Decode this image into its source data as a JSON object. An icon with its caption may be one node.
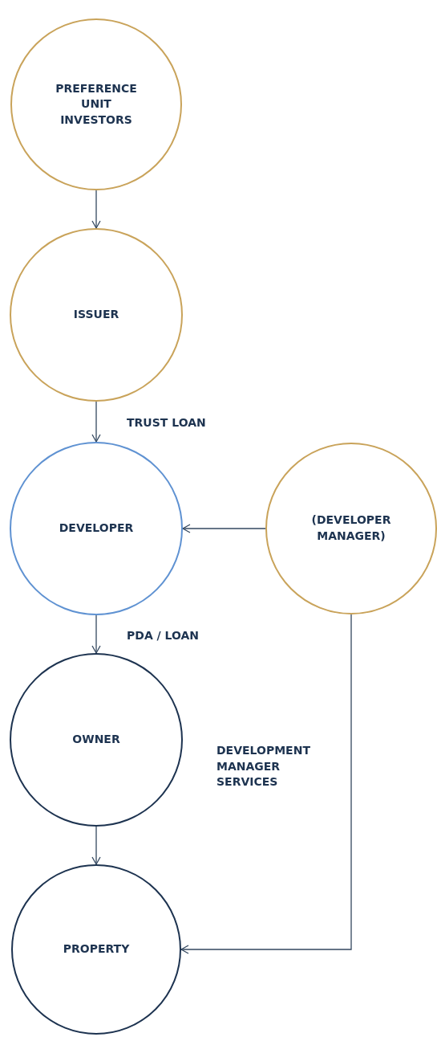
{
  "diagram": {
    "nodes": [
      {
        "text": [
          "PREFERENCE UNIT INVESTORS"
        ]
      },
      {
        "text": [
          "ISSUER"
        ]
      },
      {
        "text": [
          "DEVELOPER"
        ]
      },
      {
        "text": [
          "(DEVELOPER MANAGER)"
        ]
      },
      {
        "text": [
          "OWNER"
        ]
      },
      {
        "text": [
          "PROPERTY"
        ]
      }
    ],
    "edges": [
      {
        "from": 0,
        "to": 1,
        "arrow": "to"
      },
      {
        "from": 1,
        "to": 2,
        "arrow": "to",
        "label": "TRUST LOAN"
      },
      {
        "from": 3,
        "to": 2,
        "arrow": "to"
      },
      {
        "from": 2,
        "to": 4,
        "arrow": "to",
        "label": "PDA / LOAN"
      },
      {
        "from": 4,
        "to": 5,
        "arrow": "to"
      },
      {
        "from": 3,
        "to": 5,
        "arrow": "to",
        "label": "DEVELOPMENT MANAGER SERVICES"
      }
    ]
  }
}
